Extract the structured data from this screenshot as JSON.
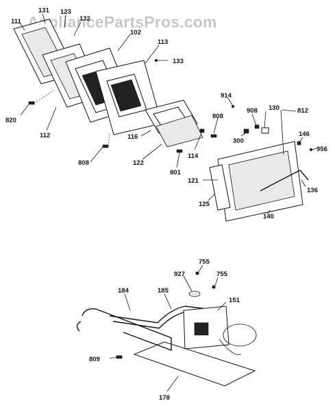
{
  "watermark": "AppliancePartsPros.com",
  "labels": {
    "l111": "111",
    "l131": "131",
    "l123": "123",
    "l132": "132",
    "l102": "102",
    "l113": "113",
    "l133": "133",
    "l820": "820",
    "l112": "112",
    "l808a": "808",
    "l116": "116",
    "l122": "122",
    "l801": "801",
    "l114": "114",
    "l808b": "808",
    "l914": "914",
    "l908": "908",
    "l130": "130",
    "l812": "812",
    "l300": "300",
    "l146": "146",
    "l956": "956",
    "l121": "121",
    "l136": "136",
    "l125": "125",
    "l140": "140",
    "l755a": "755",
    "l927": "927",
    "l755b": "755",
    "l184": "184",
    "l185": "185",
    "l151": "151",
    "l809": "809",
    "l178": "178"
  }
}
